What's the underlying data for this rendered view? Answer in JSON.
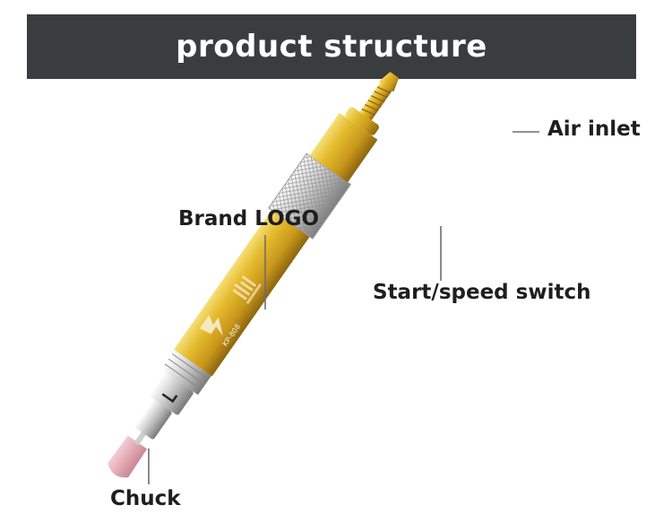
{
  "header": {
    "title": "product structure"
  },
  "callouts": {
    "air_inlet": "Air inlet",
    "brand_logo": "Brand LOGO",
    "start_speed_switch": "Start/speed switch",
    "chuck": "Chuck"
  },
  "product": {
    "body_color": "#d9ad1e",
    "knurl_color": "#c8c8c8",
    "stone_color": "#e3a9b4",
    "logo_text": "KP-808"
  }
}
